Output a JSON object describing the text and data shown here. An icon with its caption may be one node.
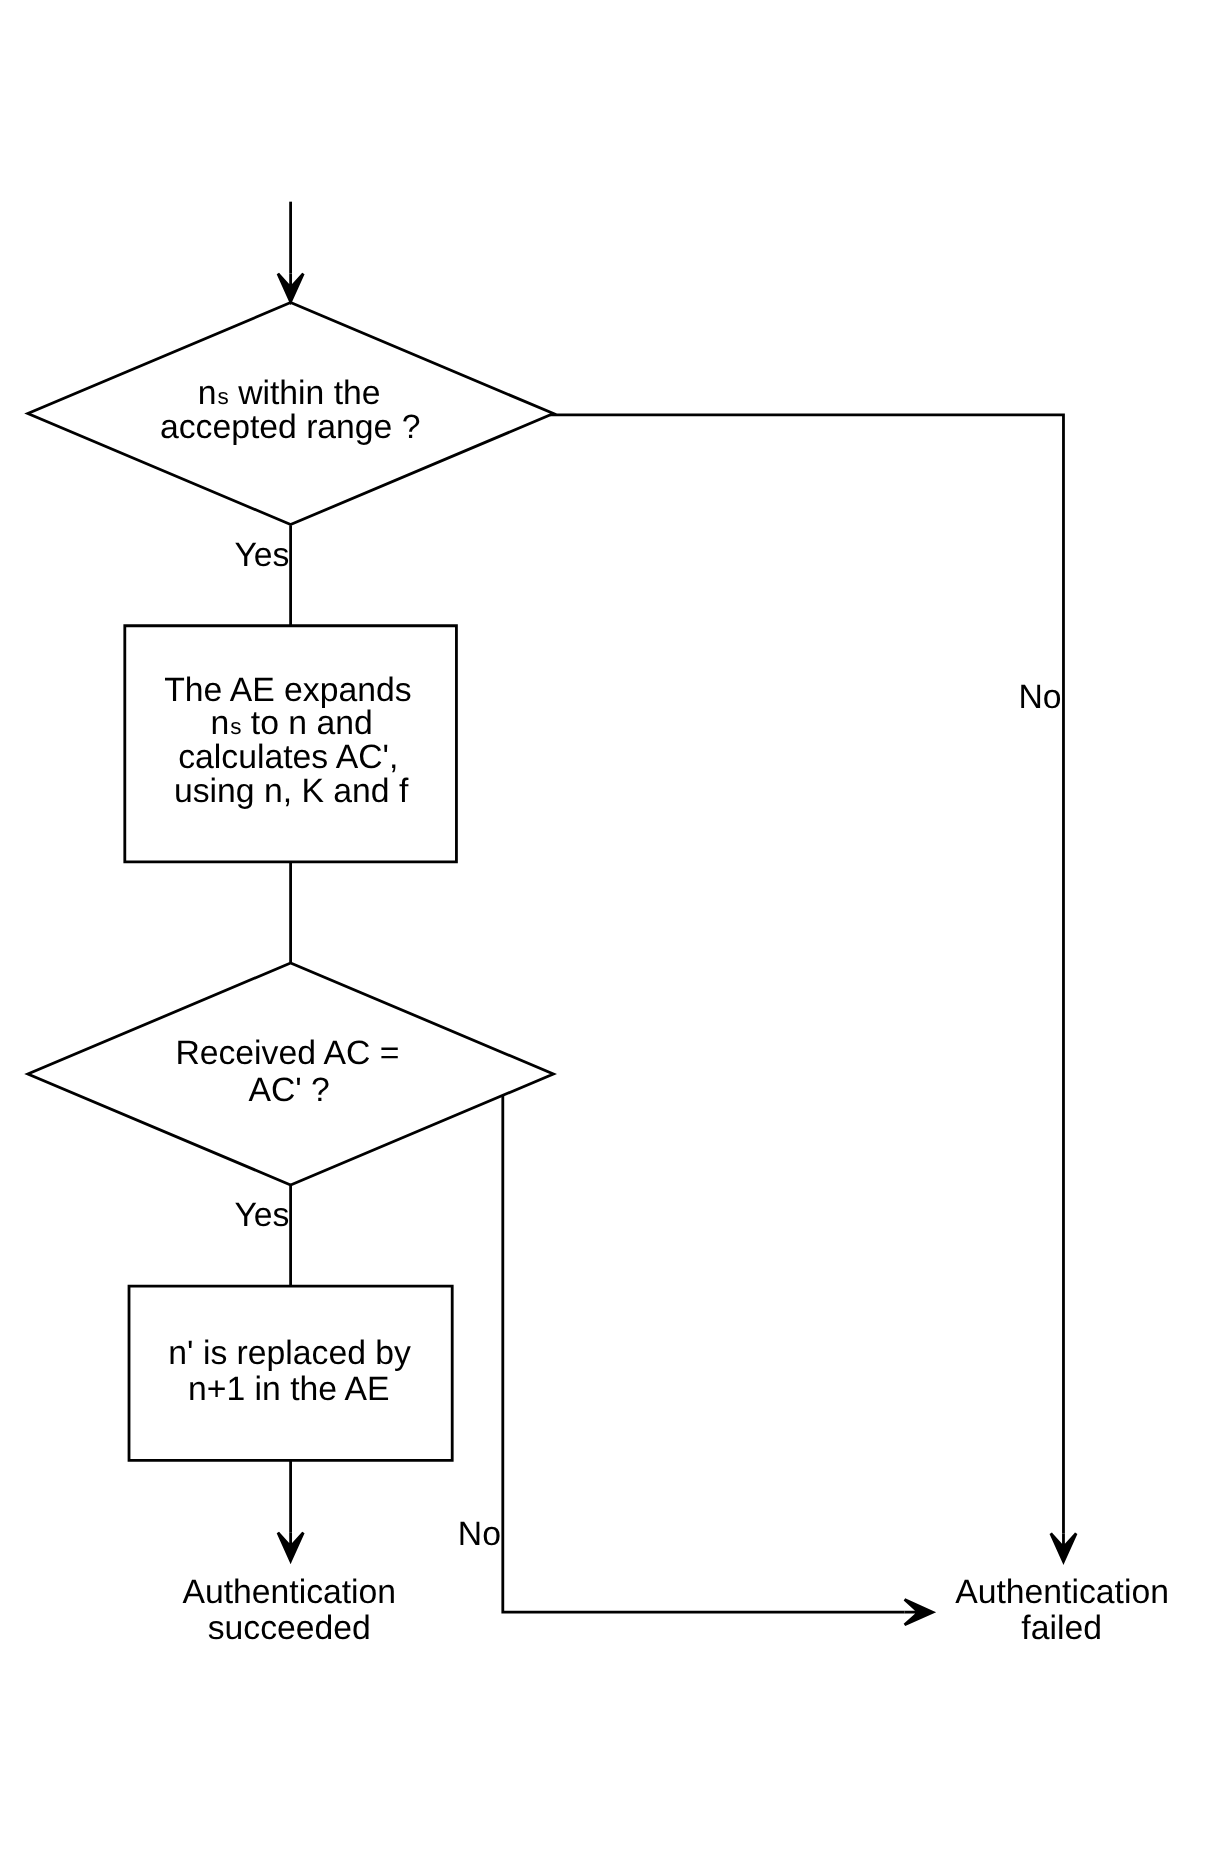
{
  "diagram": {
    "nodes": [
      {
        "text": [
          "n$_{s}$ within the accepted range ?"
        ]
      },
      {
        "text": [
          "The AE expands n$_{s}$ to n and calculates AC', using n, K and f"
        ]
      },
      {
        "text": [
          "Received AC = AC' ?"
        ]
      },
      {
        "text": [
          "n' is replaced by n+1 in the AE"
        ]
      },
      {
        "text": [
          "Authentication succeeded"
        ]
      },
      {
        "text": [
          "Authentication failed"
        ]
      }
    ],
    "edges": [
      {
        "from": null,
        "to": 0,
        "arrow": "to"
      },
      {
        "from": 0,
        "to": 1,
        "arrow": "none",
        "label": "Yes"
      },
      {
        "from": 1,
        "to": 2,
        "arrow": "none"
      },
      {
        "from": 2,
        "to": 3,
        "arrow": "none",
        "label": "Yes"
      },
      {
        "from": 3,
        "to": 4,
        "arrow": "to"
      },
      {
        "from": 0,
        "to": 5,
        "arrow": "to",
        "label": "No"
      },
      {
        "from": 2,
        "to": 5,
        "arrow": "to",
        "label": "No"
      }
    ]
  }
}
